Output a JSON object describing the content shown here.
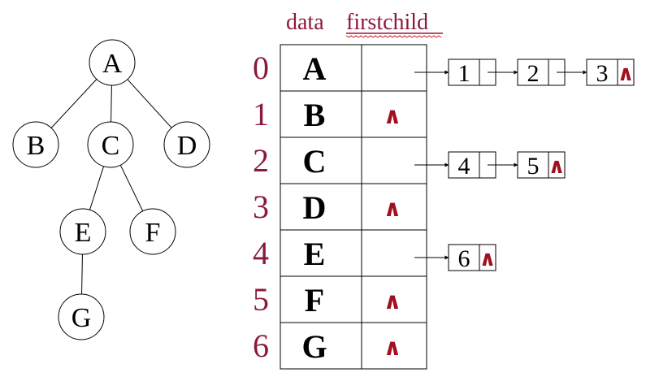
{
  "header": {
    "data_label": "data",
    "firstchild_label": "firstchild"
  },
  "tree": {
    "nodes": [
      "A",
      "B",
      "C",
      "D",
      "E",
      "F",
      "G"
    ],
    "edges": [
      [
        "A",
        "B"
      ],
      [
        "A",
        "C"
      ],
      [
        "A",
        "D"
      ],
      [
        "C",
        "E"
      ],
      [
        "C",
        "F"
      ],
      [
        "E",
        "G"
      ]
    ]
  },
  "table": {
    "rows": [
      {
        "index": "0",
        "data": "A",
        "children": [
          "1",
          "2",
          "3"
        ]
      },
      {
        "index": "1",
        "data": "B",
        "children": []
      },
      {
        "index": "2",
        "data": "C",
        "children": [
          "4",
          "5"
        ]
      },
      {
        "index": "3",
        "data": "D",
        "children": []
      },
      {
        "index": "4",
        "data": "E",
        "children": [
          "6"
        ]
      },
      {
        "index": "5",
        "data": "F",
        "children": []
      },
      {
        "index": "6",
        "data": "G",
        "children": []
      }
    ],
    "null_symbol": "∧"
  },
  "colors": {
    "index": "#8b1a3a",
    "null": "#a01020",
    "header": "#8b1a3a",
    "ink": "#000000",
    "squiggle": "#d02020"
  }
}
